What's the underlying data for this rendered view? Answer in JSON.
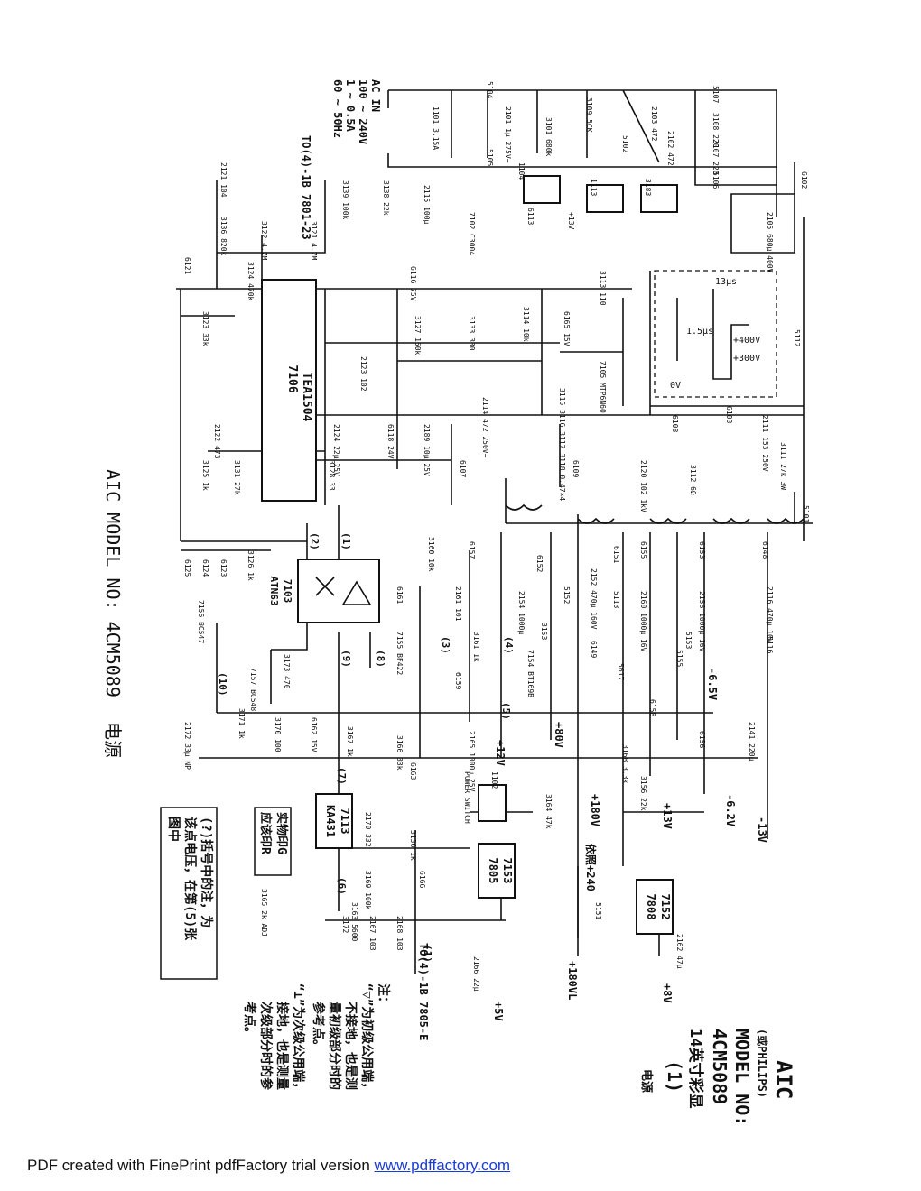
{
  "header": {
    "title_side": "AIC MODEL NO: 4CM5089",
    "title_side_suffix": "电源",
    "brand_block": [
      "AIC",
      "(或PHILIPS)",
      "MODEL NO:",
      "4CM5089",
      "14英寸彩显",
      "(1)",
      "电源"
    ]
  },
  "input": {
    "lines": [
      "100 ~ 240V",
      "1 ~ 0.5A",
      "60 ~ 50Hz",
      "AC IN"
    ]
  },
  "notes": {
    "ref_to_1": "TO(4)-1B 7801-23",
    "ref_to_2": "TO(4)-1B 7805-E",
    "bracket_note": [
      "(?)括号中的注，为",
      "该点电压，在第(5)张",
      "图中"
    ],
    "print_note": [
      "实物印G",
      "应该印R"
    ],
    "legend_title": "注：",
    "legend_lines": [
      "“▽”为初级公用端，",
      "不接地，也是测",
      "量初级部分时的",
      "参考点。",
      "“⊥”为次级公用端，",
      "接地，也是测量",
      "次级部分时的参",
      "考点。"
    ]
  },
  "ics": [
    {
      "ref": "7106",
      "part": "TEA1504"
    },
    {
      "ref": "7103",
      "part": "ATN63"
    },
    {
      "ref": "7113",
      "part": "KA431"
    },
    {
      "ref": "7153",
      "part": "7805"
    },
    {
      "ref": "7152",
      "part": "7808"
    }
  ],
  "components": [
    {
      "label": "5104"
    },
    {
      "label": "1101 3.15A"
    },
    {
      "label": "2101 1μ 275V~"
    },
    {
      "label": "3101 680k"
    },
    {
      "label": "3109 5CK"
    },
    {
      "label": "5102"
    },
    {
      "label": "2103 472"
    },
    {
      "label": "2102 472"
    },
    {
      "label": "5107"
    },
    {
      "label": "3108 220"
    },
    {
      "label": "3107 220"
    },
    {
      "label": "5106"
    },
    {
      "label": "6102"
    },
    {
      "label": "5105"
    },
    {
      "label": "1104"
    },
    {
      "label": "1113"
    },
    {
      "label": "3183"
    },
    {
      "label": "2121 104"
    },
    {
      "label": "3139 100k"
    },
    {
      "label": "3138 22k"
    },
    {
      "label": "2115 100μ"
    },
    {
      "label": "7102 C3004"
    },
    {
      "label": "6113"
    },
    {
      "label": "+13V"
    },
    {
      "label": "2105 680μ 400V"
    },
    {
      "label": "3136 820k"
    },
    {
      "label": "3122 4.7M"
    },
    {
      "label": "3121 4.7M"
    },
    {
      "label": "3124 470k"
    },
    {
      "label": "6121"
    },
    {
      "label": "6116 75V"
    },
    {
      "label": "3113 110"
    },
    {
      "label": "3114 10k"
    },
    {
      "label": "6165 15V"
    },
    {
      "label": "3123 33k"
    },
    {
      "label": "3127 150k"
    },
    {
      "label": "3133 330"
    },
    {
      "label": "2123 102"
    },
    {
      "label": "7105 MTP6N60"
    },
    {
      "label": "2114 472 250V~"
    },
    {
      "label": "3115 3116 3117 3118 0.47×4"
    },
    {
      "label": "5112"
    },
    {
      "label": "2122 473"
    },
    {
      "label": "2124 22μ 25V"
    },
    {
      "label": "6118 24V"
    },
    {
      "label": "2189 10μ 25V"
    },
    {
      "label": "6108"
    },
    {
      "label": "6103"
    },
    {
      "label": "2111 153 250V"
    },
    {
      "label": "3111 27k 3W"
    },
    {
      "label": "3125 1k"
    },
    {
      "label": "3131 27k"
    },
    {
      "label": "3128 33"
    },
    {
      "label": "6107"
    },
    {
      "label": "6109"
    },
    {
      "label": "2120 102 1kV"
    },
    {
      "label": "3112 6Ω"
    },
    {
      "label": "5101"
    },
    {
      "label": "3126 1k"
    },
    {
      "label": "6125"
    },
    {
      "label": "6124"
    },
    {
      "label": "6123"
    },
    {
      "label": "7156 BC547"
    },
    {
      "label": "7157 BC548"
    },
    {
      "label": "3173 470"
    },
    {
      "label": "3171 1k"
    },
    {
      "label": "3170 100"
    },
    {
      "label": "2172 33μ NP"
    },
    {
      "label": "6162 15V"
    },
    {
      "label": "3167 1k"
    },
    {
      "label": "3166 33k"
    },
    {
      "label": "3160 10k"
    },
    {
      "label": "6157"
    },
    {
      "label": "2161 101"
    },
    {
      "label": "6161"
    },
    {
      "label": "7155 BF422"
    },
    {
      "label": "3161 1k"
    },
    {
      "label": "6159"
    },
    {
      "label": "2165 1000μ 25V"
    },
    {
      "label": "7154 BT169B"
    },
    {
      "label": "3153"
    },
    {
      "label": "6152"
    },
    {
      "label": "2154 1000μ"
    },
    {
      "label": "5152"
    },
    {
      "label": "6151"
    },
    {
      "label": "2152 470μ 160V"
    },
    {
      "label": "5113"
    },
    {
      "label": "6149"
    },
    {
      "label": "5617"
    },
    {
      "label": "6155"
    },
    {
      "label": "2160 1000μ 16V"
    },
    {
      "label": "6153"
    },
    {
      "label": "2156 1000μ 16V"
    },
    {
      "label": "5153"
    },
    {
      "label": "5155"
    },
    {
      "label": "6148"
    },
    {
      "label": "2116 470μ 10V"
    },
    {
      "label": "5116"
    },
    {
      "label": "6158"
    },
    {
      "label": "6156"
    },
    {
      "label": "2141 220μ"
    },
    {
      "label": "3168 3.3k"
    },
    {
      "label": "3156 22k"
    },
    {
      "label": "3164 47k"
    },
    {
      "label": "1102"
    },
    {
      "label": "POWER SWITCH"
    },
    {
      "label": "6163"
    },
    {
      "label": "2170 332"
    },
    {
      "label": "3136 1k"
    },
    {
      "label": "6166"
    },
    {
      "label": "3169 100k"
    },
    {
      "label": "3163 5600"
    },
    {
      "label": "3165 2k ADJ"
    },
    {
      "label": "3172"
    },
    {
      "label": "2167 103"
    },
    {
      "label": "2168 103"
    },
    {
      "label": "5151"
    },
    {
      "label": "2166 22μ"
    },
    {
      "label": "2162 47μ"
    }
  ],
  "rails": [
    "+80V",
    "+12V",
    "+180V",
    "+180VL",
    "+13V",
    "-6.5V",
    "-6.2V",
    "-13V",
    "+5V",
    "+8V",
    "依照+240"
  ],
  "waveform": {
    "labels": [
      "13μs",
      "1.5μs",
      "+400V",
      "+300V",
      "0V"
    ]
  },
  "nodes": [
    "(2)",
    "(1)",
    "(3)",
    "(4)",
    "(5)",
    "(6)",
    "(7)",
    "(8)",
    "(9)",
    "(10)",
    "(1)"
  ],
  "footer": {
    "text": "PDF created with FinePrint pdfFactory trial version",
    "link": "www.pdffactory.com"
  }
}
